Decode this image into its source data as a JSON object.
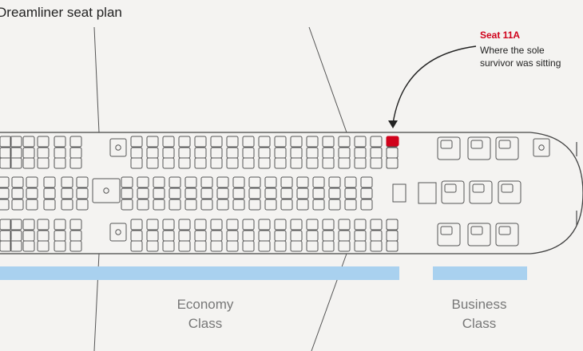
{
  "title": "Dreamliner seat plan",
  "annotation": {
    "seat": "Seat 11A",
    "text": "Where the sole survivor was sitting"
  },
  "cabins": [
    {
      "label_line1": "Economy",
      "label_line2": "Class"
    },
    {
      "label_line1": "Business",
      "label_line2": "Class"
    }
  ],
  "colors": {
    "background": "#f4f3f1",
    "outline": "#444444",
    "seat_outline": "#555555",
    "highlight": "#d0021b",
    "cabin_bar": "#a9d1ef",
    "label_text": "#777777"
  },
  "highlighted_seat": "11A"
}
